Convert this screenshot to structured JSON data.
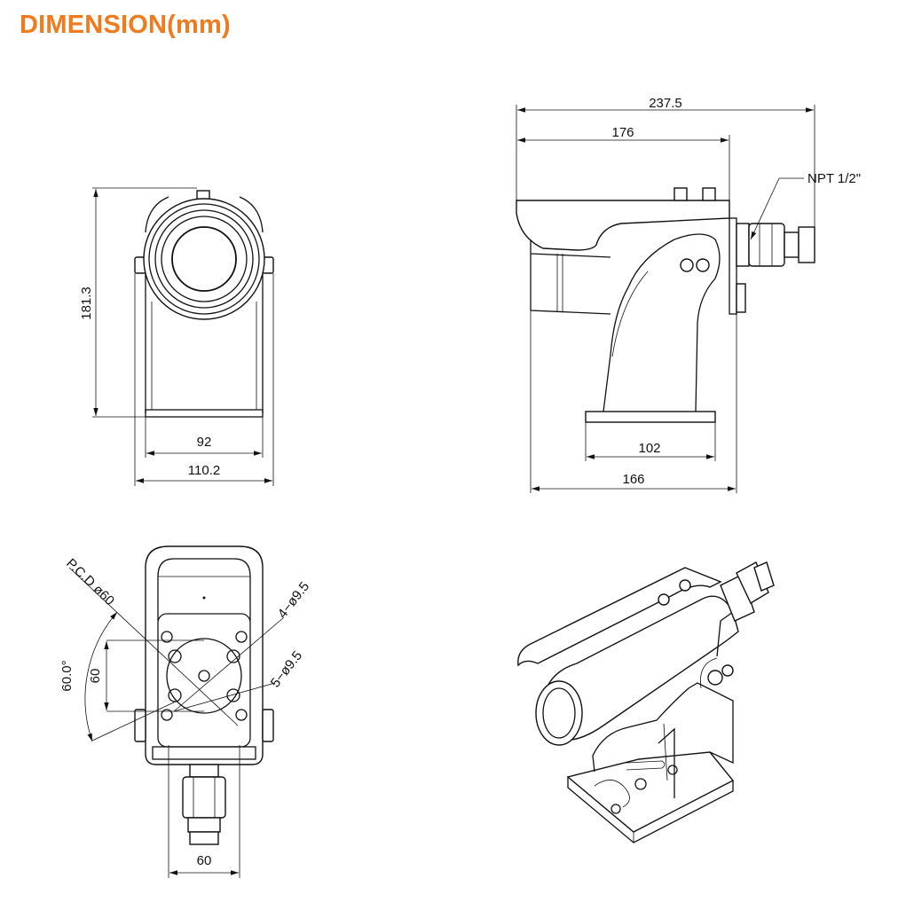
{
  "title": "DIMENSION(mm)",
  "colors": {
    "title": "#f07a1e",
    "line": "#111111"
  },
  "front_view": {
    "height": "181.3",
    "inner_width": "92",
    "outer_width": "110.2"
  },
  "side_view": {
    "total_length": "237.5",
    "housing_length": "176",
    "thread": "NPT 1/2\"",
    "base_length": "102",
    "depth": "166"
  },
  "bottom_view": {
    "pcd": "P.C.D ø60",
    "holes_4": "4−ø9.5",
    "holes_5": "5−ø9.5",
    "angle": "60.0°",
    "spacing_v": "60",
    "spacing_h": "60"
  }
}
